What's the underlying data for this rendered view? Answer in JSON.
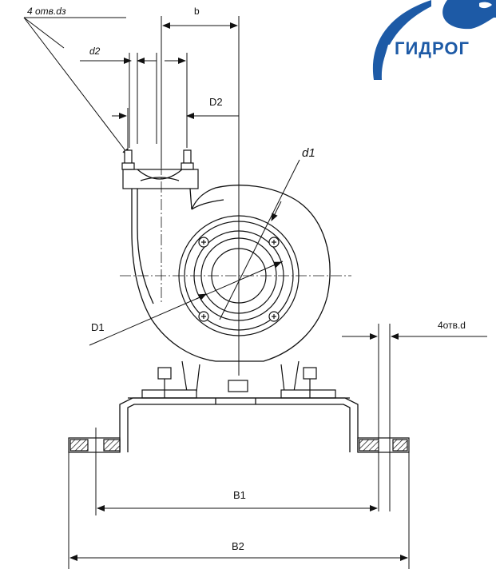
{
  "labels": {
    "top_left_note": "4 отв.dз",
    "b": "b",
    "d2": "d2",
    "D2": "D2",
    "d1": "d1",
    "D1": "D1",
    "right_note": "4отв.d",
    "B1": "B1",
    "B2": "B2"
  },
  "logo": {
    "text": "ГИДРОГ",
    "color": "#1d5aa6"
  },
  "colors": {
    "line": "#111111",
    "background": "#ffffff",
    "hatch": "#111111"
  }
}
